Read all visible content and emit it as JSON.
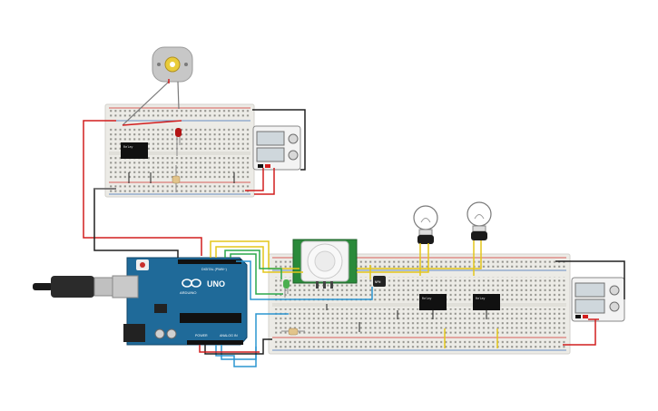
{
  "canvas": {
    "background": "#ffffff"
  },
  "colors": {
    "breadboard": "#ecebe6",
    "breadboard_edge": "#d3d2cc",
    "rail_red": "#d0312d",
    "rail_blue": "#3b6fb6",
    "arduino_board": "#1f6a99",
    "pir_board": "#2a8a3a",
    "wire_red": "#d21e1e",
    "wire_black": "#202020",
    "wire_yellow": "#e4c61a",
    "wire_green": "#2ca84c",
    "wire_blue": "#2b95d1",
    "wire_grey": "#7a7a7a",
    "led_red": "#b31414",
    "led_green": "#4caf50"
  },
  "arduino": {
    "model": "UNO",
    "brand": "ARDUINO",
    "header_digital": "DIGITAL (PWM~)",
    "header_power": "POWER",
    "header_analog": "ANALOG IN",
    "reset_icon": "reset-button-icon",
    "usb_icon": "usb-cable-icon"
  },
  "components": {
    "motor": {
      "icon": "dc-motor-icon"
    },
    "relay_top": {
      "label": "Relay"
    },
    "relay_bulb1": {
      "label": "Relay"
    },
    "relay_bulb2": {
      "label": "Relay"
    },
    "transistor": {
      "label": "NPN"
    },
    "bulb1": {
      "icon": "light-bulb-icon"
    },
    "bulb2": {
      "icon": "light-bulb-icon"
    },
    "pir": {
      "icon": "pir-sensor-icon"
    },
    "led_red": {
      "icon": "red-led-icon"
    },
    "led_green": {
      "icon": "green-led-icon"
    },
    "power_supply_top": {
      "icon": "power-supply-icon"
    },
    "power_supply_right": {
      "icon": "power-supply-icon"
    }
  }
}
